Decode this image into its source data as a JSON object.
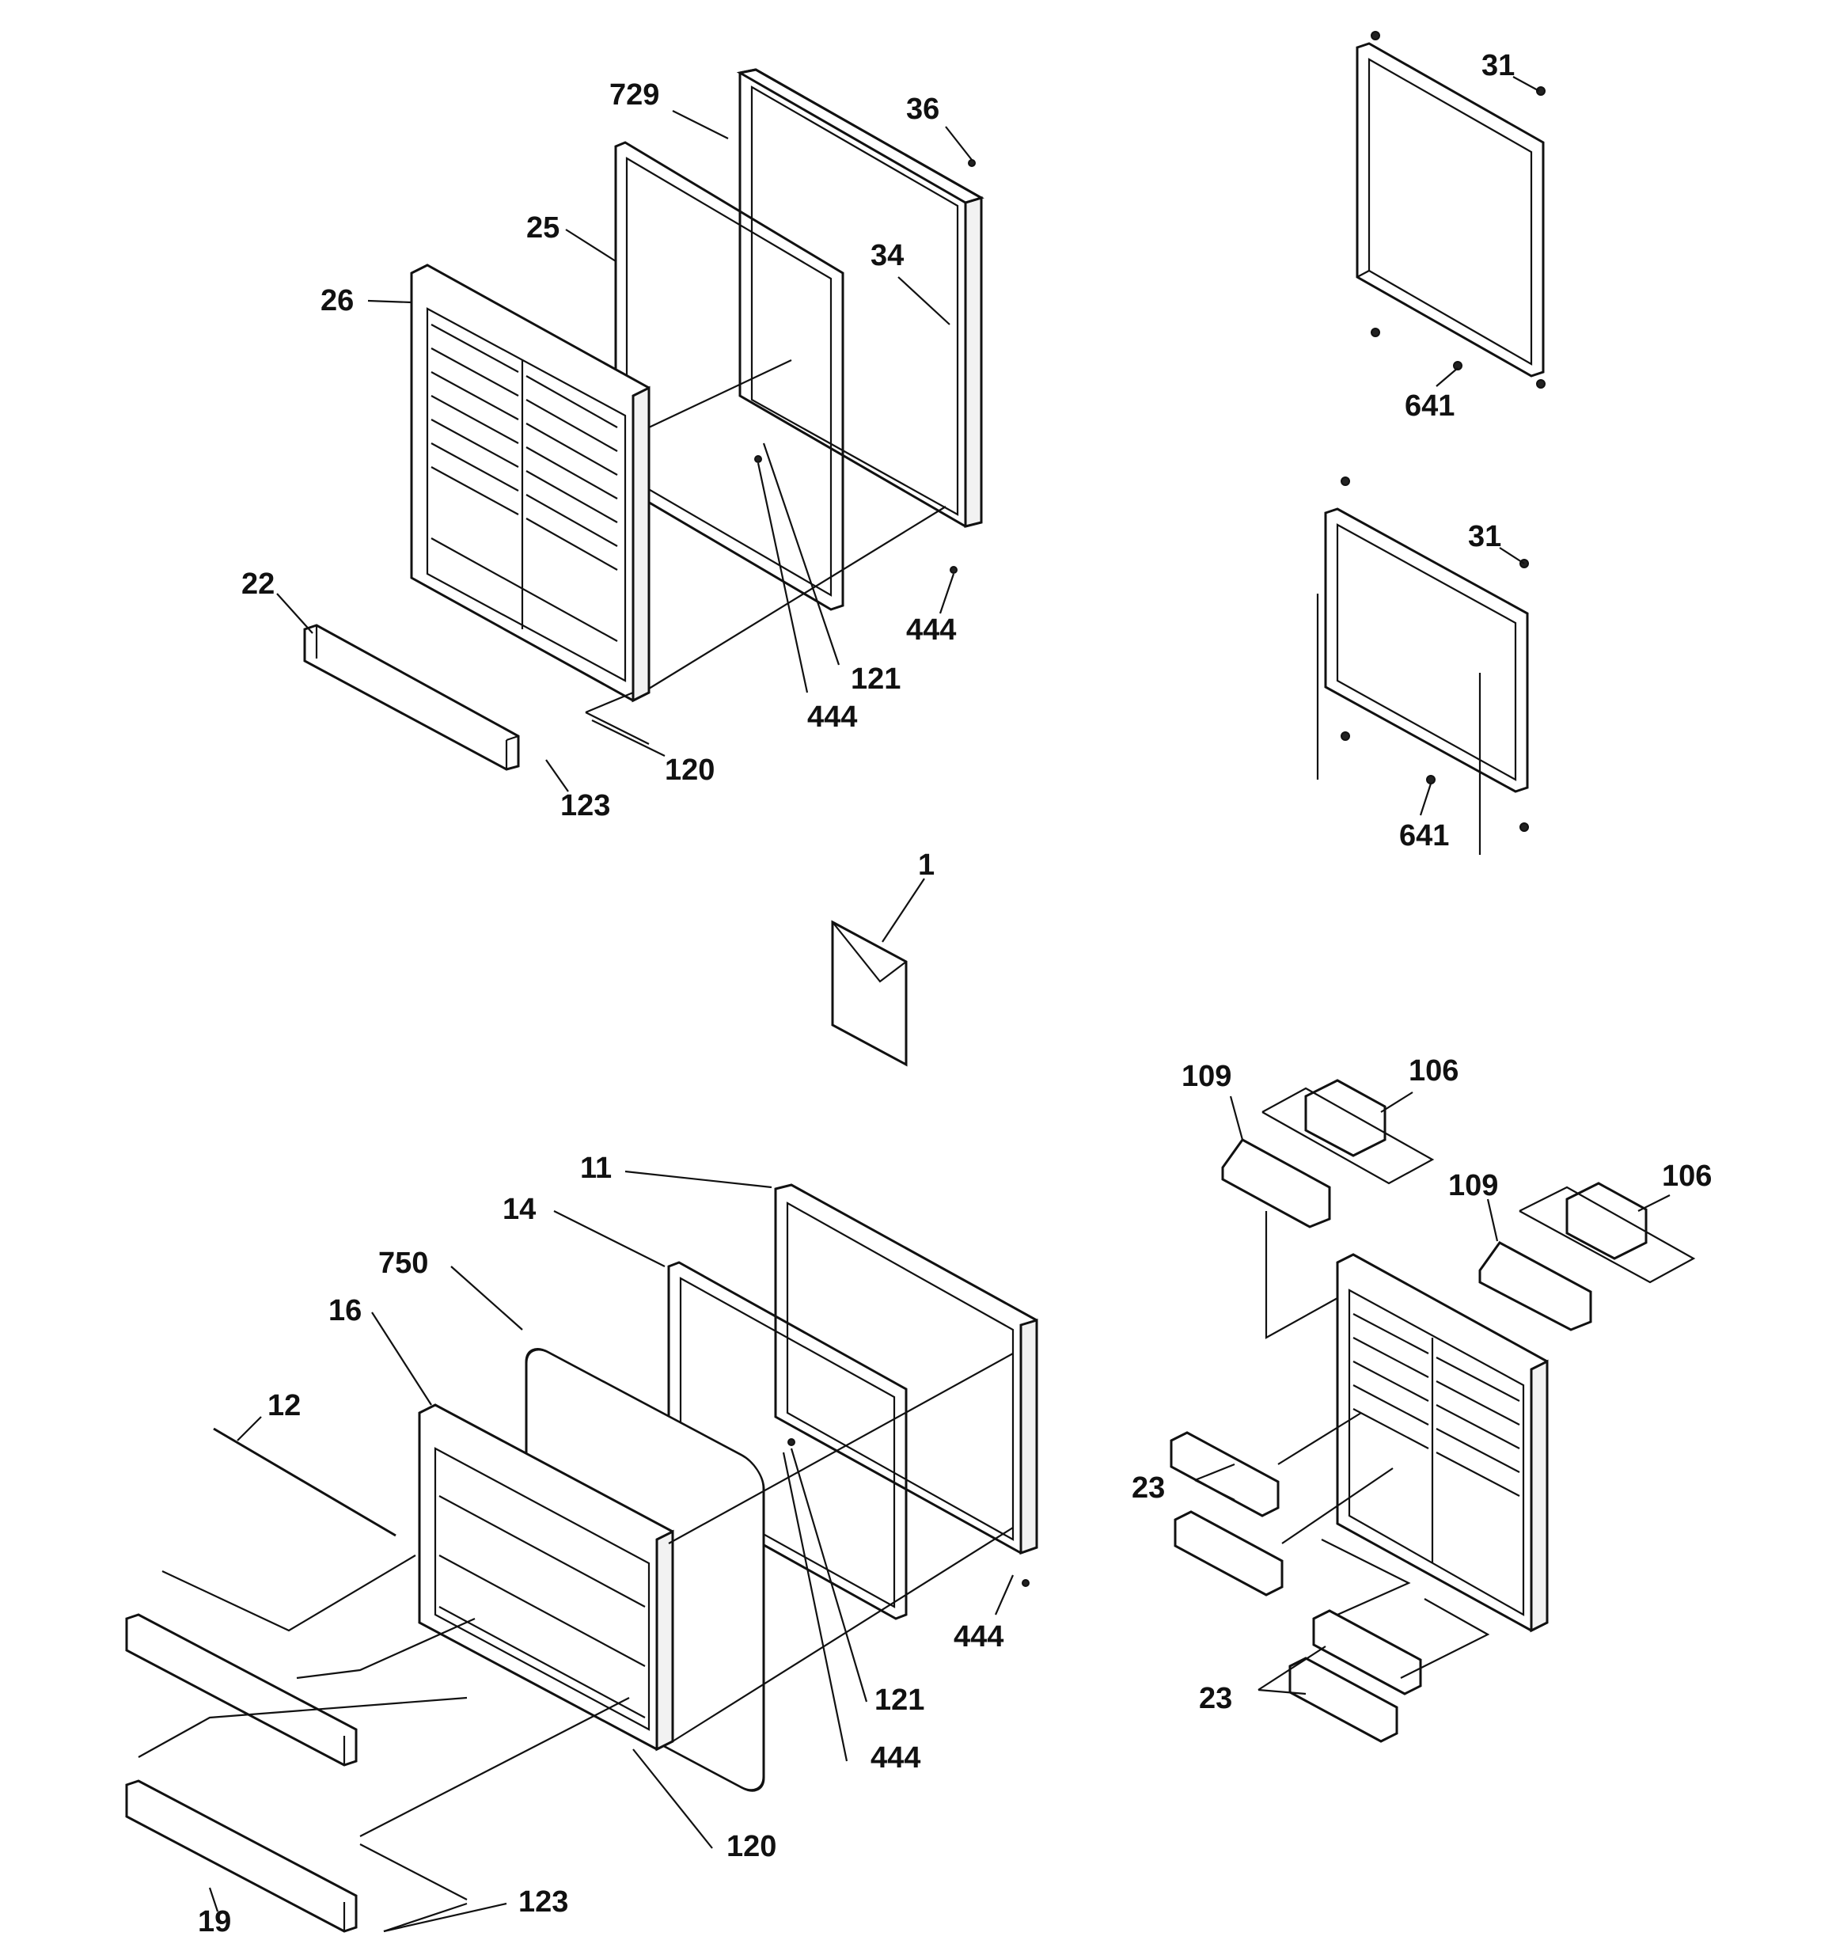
{
  "callouts": {
    "door_upper": {
      "n729": "729",
      "n36": "36",
      "n25": "25",
      "n34": "34",
      "n26": "26",
      "n22": "22",
      "n444a": "444",
      "n121": "121",
      "n444b": "444",
      "n120": "120",
      "n123": "123"
    },
    "frame_right": {
      "n31a": "31",
      "n641a": "641",
      "n31b": "31",
      "n641b": "641"
    },
    "manual": {
      "n1": "1"
    },
    "door_lower": {
      "n11": "11",
      "n14": "14",
      "n750": "750",
      "n16": "16",
      "n12": "12",
      "n444c": "444",
      "n121b": "121",
      "n444d": "444",
      "n120b": "120",
      "n19": "19",
      "n123b": "123"
    },
    "door_right": {
      "n109a": "109",
      "n106a": "106",
      "n109b": "109",
      "n106b": "106",
      "n23a": "23",
      "n23b": "23"
    }
  }
}
